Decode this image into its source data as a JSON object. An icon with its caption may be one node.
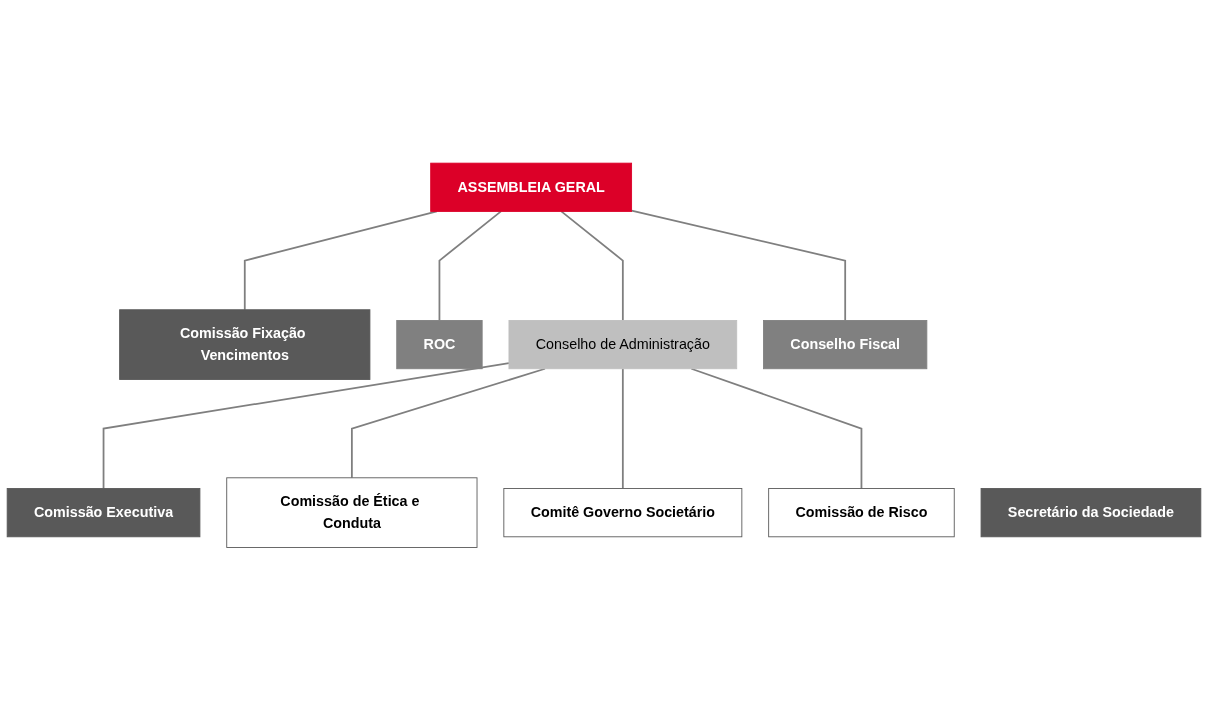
{
  "diagram": {
    "nodes": [
      {
        "text": [
          "ASSEMBLEIA GERAL"
        ]
      },
      {
        "text": [
          "Comissão Fixação Vencimentos"
        ]
      },
      {
        "text": [
          "ROC"
        ]
      },
      {
        "text": [
          "Conselho de Administração"
        ]
      },
      {
        "text": [
          "Conselho Fiscal"
        ]
      },
      {
        "text": [
          "Comissão Executiva"
        ]
      },
      {
        "text": [
          "Secretário da Sociedade"
        ]
      },
      {
        "text": [
          "Comissão de Ética e Conduta"
        ]
      },
      {
        "text": [
          "Comitê Governo Societário"
        ]
      },
      {
        "text": [
          "Comissão de Risco"
        ]
      }
    ],
    "edges": [
      {
        "from": 0,
        "to": 1,
        "arrow": "none"
      },
      {
        "from": 0,
        "to": 2,
        "arrow": "none"
      },
      {
        "from": 0,
        "to": 3,
        "arrow": "none"
      },
      {
        "from": 0,
        "to": 4,
        "arrow": "none"
      },
      {
        "from": 3,
        "to": 5,
        "arrow": "none"
      },
      {
        "from": 3,
        "to": 7,
        "arrow": "none"
      },
      {
        "from": 3,
        "to": 8,
        "arrow": "none"
      },
      {
        "from": 3,
        "to": 9,
        "arrow": "none"
      }
    ]
  }
}
